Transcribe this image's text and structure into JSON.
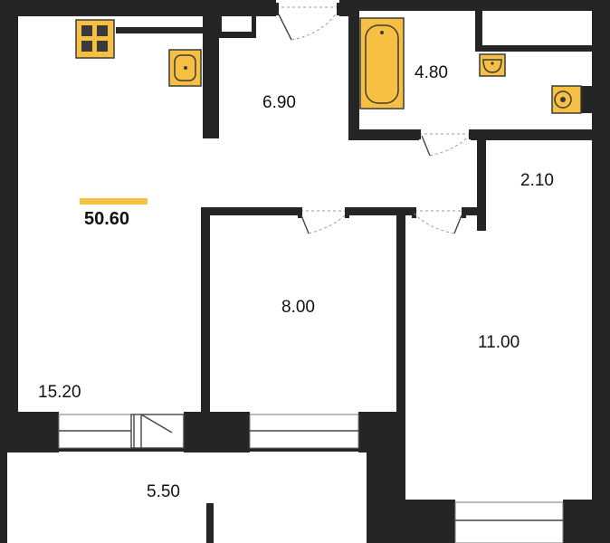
{
  "plan": {
    "total_area": "50.60",
    "accent_color": "#f8c042",
    "wall_color": "#252525",
    "rooms": [
      {
        "id": "living",
        "area": "15.20"
      },
      {
        "id": "hall",
        "area": "6.90"
      },
      {
        "id": "bathroom",
        "area": "4.80"
      },
      {
        "id": "corridor",
        "area": "2.10"
      },
      {
        "id": "bedroom-small",
        "area": "8.00"
      },
      {
        "id": "bedroom-large",
        "area": "11.00"
      },
      {
        "id": "balcony",
        "area": "5.50"
      }
    ],
    "icons": [
      "stove-icon",
      "kitchen-sink-icon",
      "bathtub-icon",
      "washbasin-icon",
      "toilet-icon"
    ]
  }
}
